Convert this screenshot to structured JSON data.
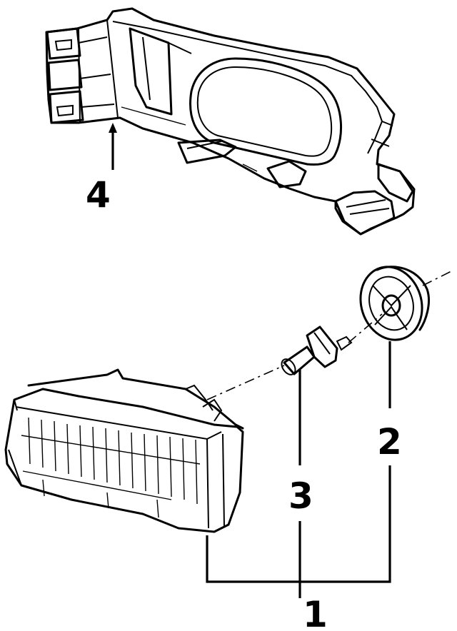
{
  "callouts": {
    "c1": "1",
    "c2": "2",
    "c3": "3",
    "c4": "4"
  },
  "parts": {
    "housing": "headlamp-mounting-panel",
    "lamp": "headlamp-assembly",
    "bulb": "headlamp-bulb",
    "socket": "bulb-retainer-cover"
  }
}
